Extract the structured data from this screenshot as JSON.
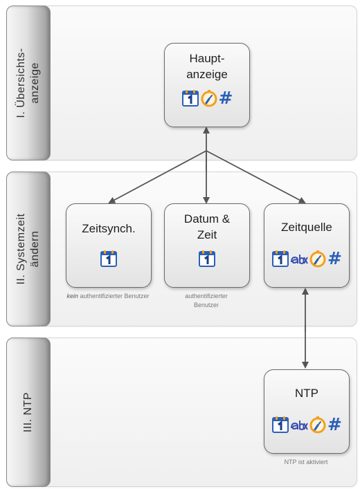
{
  "sections": [
    {
      "id": "uebersicht",
      "label_lines": [
        "I. Übersichts-",
        "anzeige"
      ]
    },
    {
      "id": "systemzeit",
      "label_lines": [
        "II. Systemzeit",
        "ändern"
      ]
    },
    {
      "id": "ntp",
      "label_lines": [
        "III. NTP"
      ]
    }
  ],
  "nodes": {
    "hauptanzeige": {
      "title_lines": [
        "Haupt-",
        "anzeige"
      ],
      "icons": [
        "calendar-icon",
        "clock-icon",
        "hash-icon"
      ]
    },
    "zeitsynch": {
      "title_lines": [
        "Zeitsynch."
      ],
      "icons": [
        "calendar-icon"
      ]
    },
    "datum_zeit": {
      "title_lines": [
        "Datum &",
        "Zeit"
      ],
      "icons": [
        "calendar-icon"
      ]
    },
    "zeitquelle": {
      "title_lines": [
        "Zeitquelle"
      ],
      "icons": [
        "calendar-icon",
        "abc-icon",
        "clock-icon",
        "hash-icon"
      ]
    },
    "ntp": {
      "title_lines": [
        "NTP"
      ],
      "icons": [
        "calendar-icon",
        "abc-icon",
        "clock-icon",
        "hash-icon"
      ]
    }
  },
  "captions": {
    "zeitsynch": {
      "emph": "kein",
      "rest": "authentifizierter Benutzer"
    },
    "datum_zeit": {
      "text": "authentifizierter Benutzer"
    },
    "ntp": {
      "text": "NTP ist aktiviert"
    }
  },
  "hash_glyph": "#",
  "colors": {
    "arrow": "#555555",
    "calendar_blue": "#2a5fb6",
    "clock_orange": "#f0a020"
  }
}
